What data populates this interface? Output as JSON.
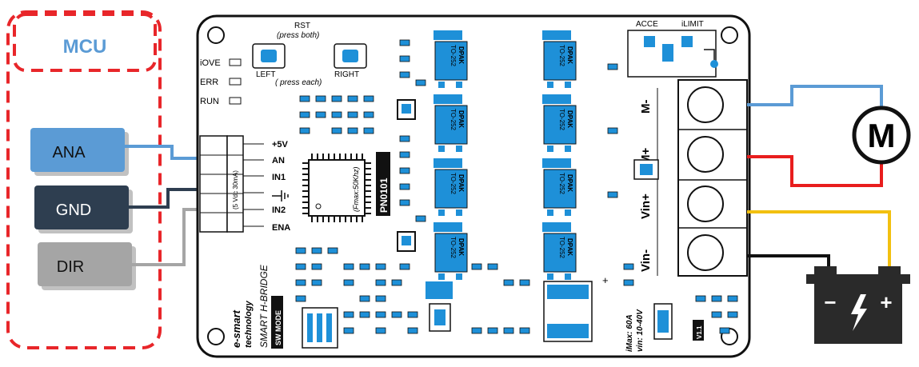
{
  "mcu": {
    "title": "MCU",
    "pins": [
      "ANA",
      "GND",
      "DIR"
    ]
  },
  "board": {
    "chip": "PN0101",
    "header_pins": [
      "+5V",
      "AN",
      "IN1",
      "IN2",
      "ENA"
    ],
    "leds": [
      "iOVE",
      "ERR",
      "RUN"
    ],
    "rst_title": "RST",
    "rst_sub": "(press  both)",
    "left_label": "LEFT",
    "right_label": "RIGHT",
    "press_each": "( press each)",
    "pot_labels": [
      "ACCE",
      "iLIMIT"
    ],
    "mosfet_top": "DPAK",
    "mosfet_bottom": "TO-252",
    "terminals": [
      "M-",
      "M+",
      "Vin+",
      "Vin-"
    ],
    "brand1": "e-smart",
    "brand2": "technology",
    "product": "SMART H-BRIDGE",
    "sw_mode": "SW MODE",
    "imax": "iMax: 60A",
    "vin_range": "vin: 10-40V",
    "fmax": "(Fmax:50Khz)",
    "max_current": "(5 Vdc 30mA)",
    "version": "V1.1",
    "plus_mark": "+"
  },
  "motor": {
    "symbol": "M"
  },
  "battery": {
    "minus": "−",
    "plus": "+"
  },
  "colors": {
    "mcu_border": "#e8262a",
    "ana": "#5b9bd5",
    "gnd": "#2e3e50",
    "dir": "#a5a5a5",
    "pcb_blue": "#1e90d8",
    "wire_red": "#e81d1d",
    "wire_yellow": "#f2c010"
  }
}
